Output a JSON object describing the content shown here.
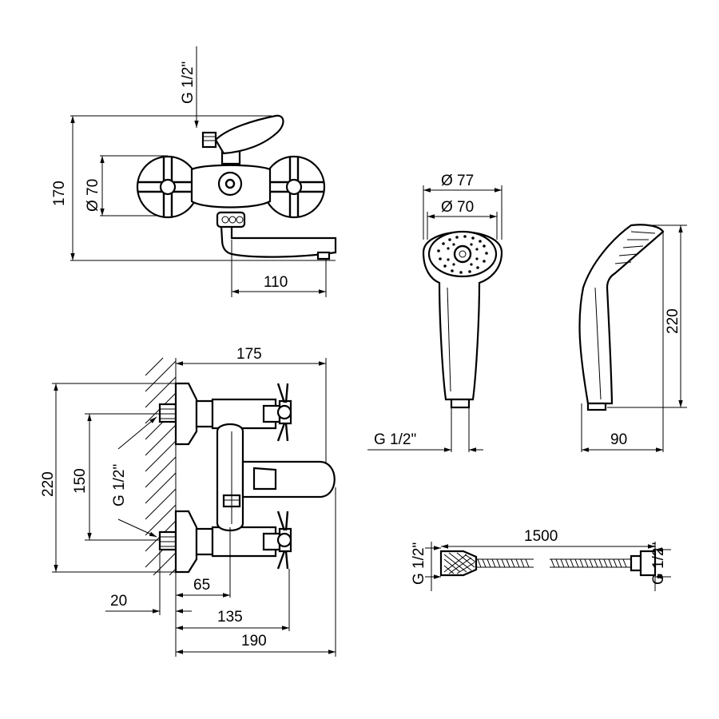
{
  "top_view": {
    "thread_label": "G 1/2\"",
    "height_label": "170",
    "diameter_label": "Ø 70",
    "spout_label": "110"
  },
  "side_view": {
    "depth_label": "175",
    "height_label": "220",
    "center_label": "150",
    "thread_label": "G 1/2\"",
    "dim_65": "65",
    "dim_20": "20",
    "dim_135": "135",
    "dim_190": "190"
  },
  "hand_shower": {
    "outer_diameter_label": "Ø 77",
    "inner_diameter_label": "Ø 70",
    "thread_label": "G 1/2\"",
    "height_label": "220",
    "width_label": "90"
  },
  "hose": {
    "length_label": "1500",
    "left_thread_label": "G 1/2\"",
    "right_thread_label": "G 1/2\""
  }
}
